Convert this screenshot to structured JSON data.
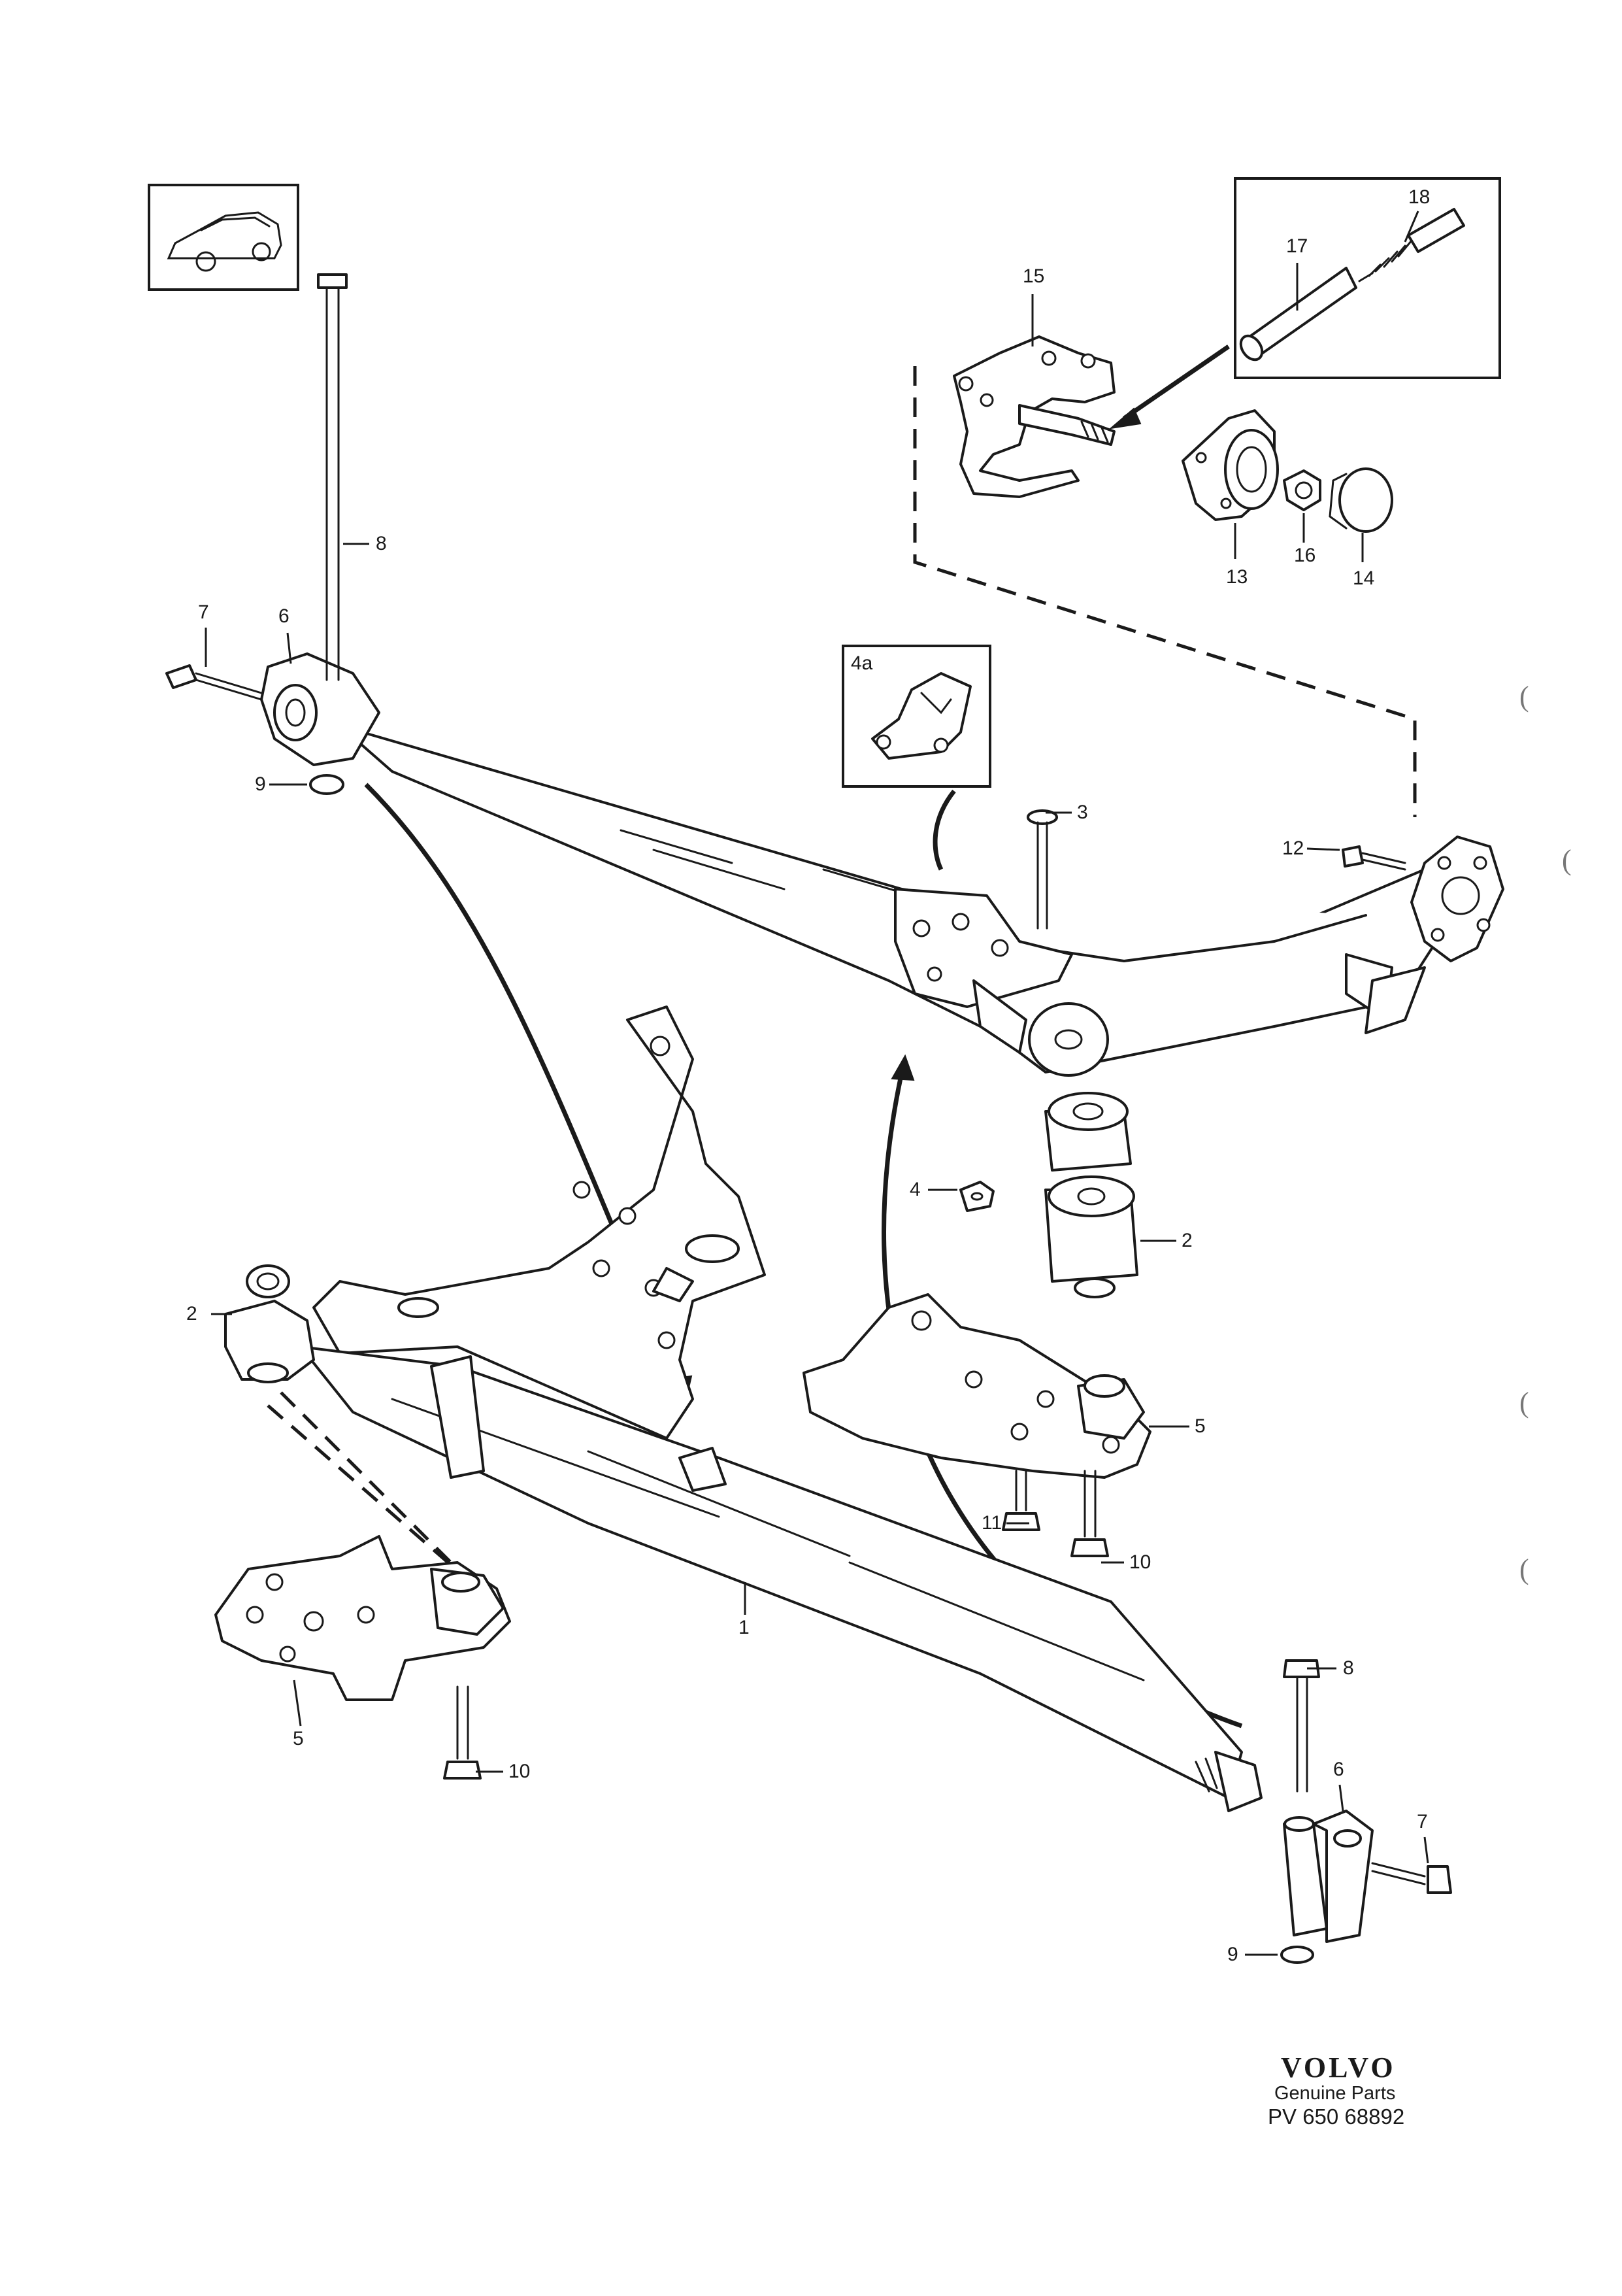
{
  "callouts": [
    {
      "id": "c1",
      "text": "1"
    },
    {
      "id": "c2a",
      "text": "2"
    },
    {
      "id": "c2b",
      "text": "2"
    },
    {
      "id": "c3",
      "text": "3"
    },
    {
      "id": "c4",
      "text": "4"
    },
    {
      "id": "c4a",
      "text": "4a"
    },
    {
      "id": "c5a",
      "text": "5"
    },
    {
      "id": "c5b",
      "text": "5"
    },
    {
      "id": "c6a",
      "text": "6"
    },
    {
      "id": "c6b",
      "text": "6"
    },
    {
      "id": "c7a",
      "text": "7"
    },
    {
      "id": "c7b",
      "text": "7"
    },
    {
      "id": "c8a",
      "text": "8"
    },
    {
      "id": "c8b",
      "text": "8"
    },
    {
      "id": "c9a",
      "text": "9"
    },
    {
      "id": "c9b",
      "text": "9"
    },
    {
      "id": "c10a",
      "text": "10"
    },
    {
      "id": "c10b",
      "text": "10"
    },
    {
      "id": "c11",
      "text": "11"
    },
    {
      "id": "c12",
      "text": "12"
    },
    {
      "id": "c13",
      "text": "13"
    },
    {
      "id": "c14",
      "text": "14"
    },
    {
      "id": "c15",
      "text": "15"
    },
    {
      "id": "c16",
      "text": "16"
    },
    {
      "id": "c17",
      "text": "17"
    },
    {
      "id": "c18",
      "text": "18"
    }
  ],
  "brand": {
    "logo": "VOLVO",
    "subtitle": "Genuine Parts",
    "code": "PV 650 68892"
  },
  "margin_marks": [
    "(",
    "(",
    "(",
    "("
  ]
}
